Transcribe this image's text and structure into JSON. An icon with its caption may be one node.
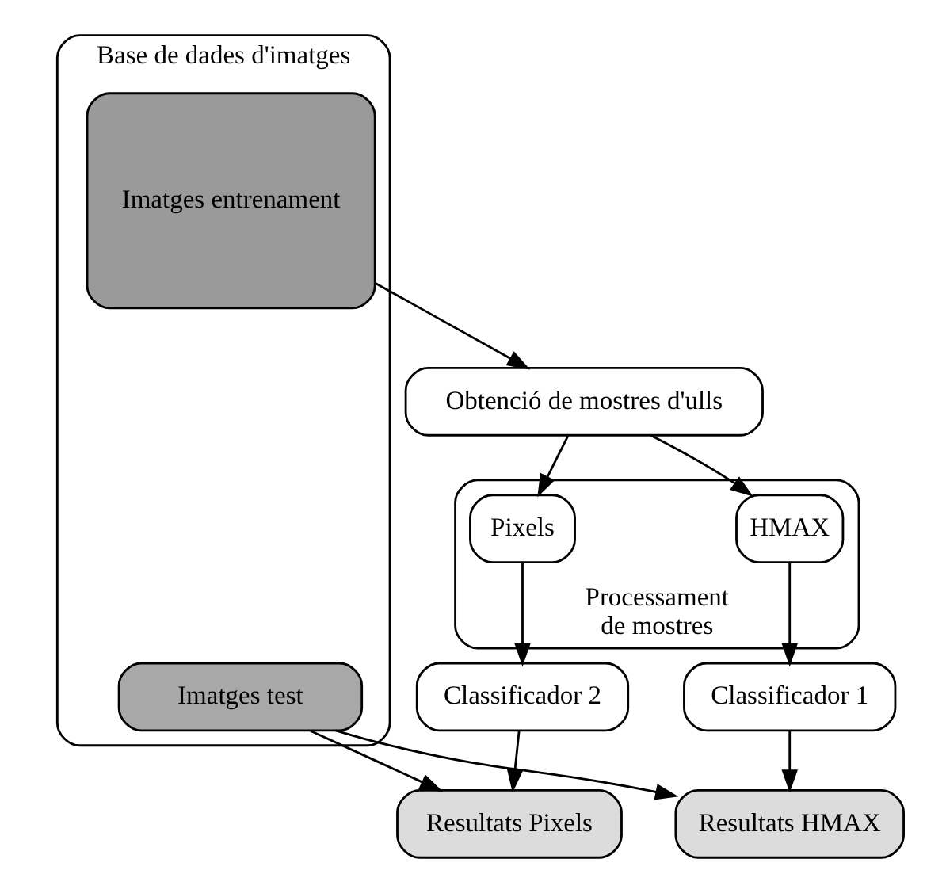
{
  "diagram": {
    "nodes": [
      {
        "text": [
          "Base de dades d'imatges"
        ]
      },
      {
        "text": [
          "Imatges entrenament"
        ],
        "in": 0
      },
      {
        "text": [
          "Imatges test"
        ],
        "in": 0
      },
      {
        "text": [
          "Obtenció de mostres d'ulls"
        ]
      },
      {
        "text": [
          "Processament de mostres"
        ]
      },
      {
        "text": [
          "HMAX"
        ],
        "in": 4
      },
      {
        "text": [
          "Pixels"
        ],
        "in": 4
      },
      {
        "text": [
          "Classificador 1"
        ]
      },
      {
        "text": [
          "Classificador 2"
        ]
      },
      {
        "text": [
          "Resultats HMAX"
        ]
      },
      {
        "text": [
          "Resultats Pixels"
        ]
      }
    ],
    "edges": [
      {
        "from": 1,
        "to": 3,
        "arrow": "to"
      },
      {
        "from": 3,
        "to": 5,
        "arrow": "to"
      },
      {
        "from": 3,
        "to": 6,
        "arrow": "to"
      },
      {
        "from": 5,
        "to": 7,
        "arrow": "to"
      },
      {
        "from": 6,
        "to": 8,
        "arrow": "to"
      },
      {
        "from": 7,
        "to": 9,
        "arrow": "to"
      },
      {
        "from": 2,
        "to": 9,
        "arrow": "to"
      },
      {
        "from": 8,
        "to": 10,
        "arrow": "to"
      },
      {
        "from": 2,
        "to": 10,
        "arrow": "to"
      }
    ]
  }
}
